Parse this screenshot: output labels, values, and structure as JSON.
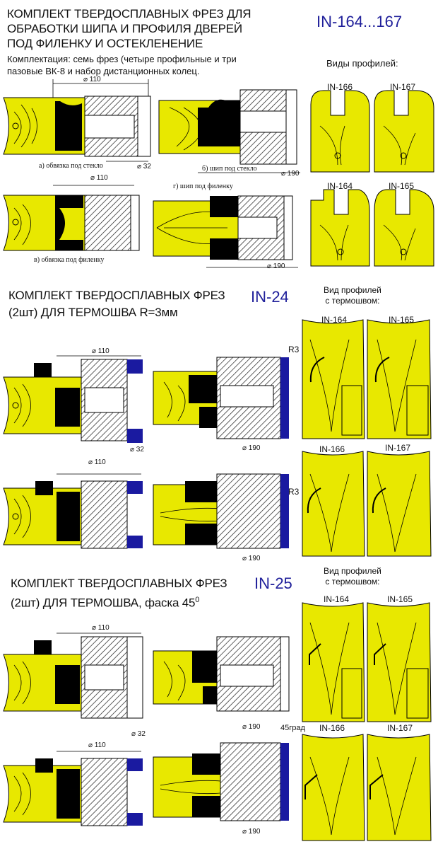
{
  "header": {
    "title_lines": [
      "КОМПЛЕКТ ТВЕРДОСПЛАВНЫХ ФРЕЗ ДЛЯ",
      "ОБРАБОТКИ ШИПА И ПРОФИЛЯ ДВЕРЕЙ",
      "ПОД ФИЛЕНКУ И ОСТЕКЛЕНЕНИЕ"
    ],
    "code": "IN-164...167",
    "kit_lines": [
      "Комплектация: семь фрез (четыре профильные и три",
      "пазовые ВК-8 и набор дистанционных колец."
    ]
  },
  "section1": {
    "profiles_title": "Виды профилей:",
    "profiles": [
      "IN-166",
      "IN-167",
      "IN-164",
      "IN-165"
    ],
    "captions": {
      "a": "а) обвязка под стекло",
      "b": "б) шип под стекло",
      "v": "в) обвязка под филенку",
      "g": "г) шип под филенку"
    },
    "dims": {
      "d110_a": "⌀ 110",
      "d32": "⌀ 32",
      "d190_b": "⌀ 190",
      "d110_v": "⌀ 110",
      "d190_g": "⌀ 190"
    }
  },
  "section2": {
    "title_line1": "КОМПЛЕКТ ТВЕРДОСПЛАВНЫХ ФРЕЗ",
    "code": "IN-24",
    "title_line2": "(2шт)  ДЛЯ ТЕРМОШВА R=3мм",
    "profiles_title": [
      "Вид профилей",
      "с термошвом:"
    ],
    "profiles": [
      "IN-164",
      "IN-165",
      "IN-166",
      "IN-167"
    ],
    "radius_label": "R3",
    "dims": {
      "d110_top": "⌀ 110",
      "d32": "⌀ 32",
      "d190_top": "⌀ 190",
      "d110_bot": "⌀ 110",
      "d190_bot": "⌀ 190"
    }
  },
  "section3": {
    "title_line1": "КОМПЛЕКТ ТВЕРДОСПЛАВНЫХ ФРЕЗ",
    "code": "IN-25",
    "title_line2": "(2шт)  ДЛЯ ТЕРМОШВА, фаска 45",
    "title_sup": "0",
    "profiles_title": [
      "Вид профилей",
      "с термошвом:"
    ],
    "profiles": [
      "IN-164",
      "IN-165",
      "IN-166",
      "IN-167"
    ],
    "angle_label": "45град",
    "dims": {
      "d110_top": "⌀ 110",
      "d32": "⌀ 32",
      "d190_top": "⌀ 190",
      "d110_bot": "⌀ 110",
      "d190_bot": "⌀ 190"
    }
  },
  "colors": {
    "wood": "#e8e800",
    "cutter": "#000000",
    "blue": "#1a1aa0",
    "code": "#1f1f9a"
  }
}
